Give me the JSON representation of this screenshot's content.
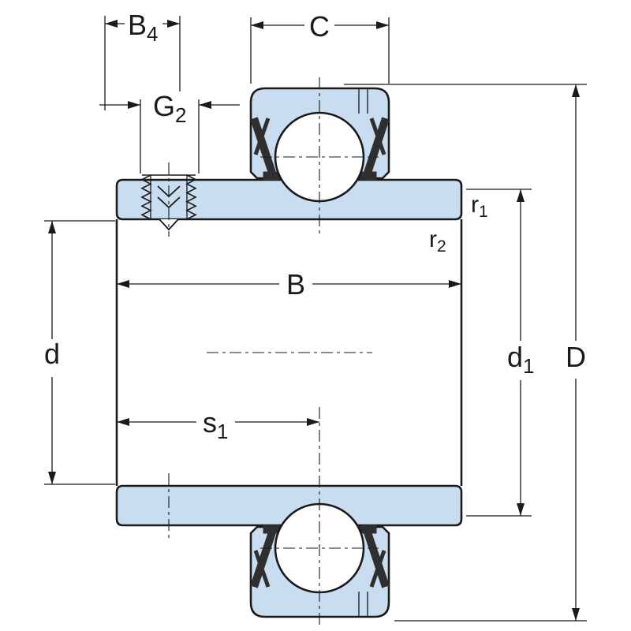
{
  "drawing": {
    "title": "bearing-cross-section-dimension-drawing",
    "colors": {
      "ring_fill": "#c9ddf1",
      "line": "#1a1a1a",
      "seal": "#2f2f2f",
      "background": "#ffffff"
    },
    "labels": {
      "b4": {
        "main": "B",
        "sub": "4"
      },
      "c": {
        "main": "C",
        "sub": ""
      },
      "g2": {
        "main": "G",
        "sub": "2"
      },
      "r1": {
        "main": "r",
        "sub": "1"
      },
      "r2": {
        "main": "r",
        "sub": "2"
      },
      "b": {
        "main": "B",
        "sub": ""
      },
      "d": {
        "main": "d",
        "sub": ""
      },
      "s1": {
        "main": "s",
        "sub": "1"
      },
      "d1": {
        "main": "d",
        "sub": "1"
      },
      "dd": {
        "main": "D",
        "sub": ""
      }
    }
  }
}
